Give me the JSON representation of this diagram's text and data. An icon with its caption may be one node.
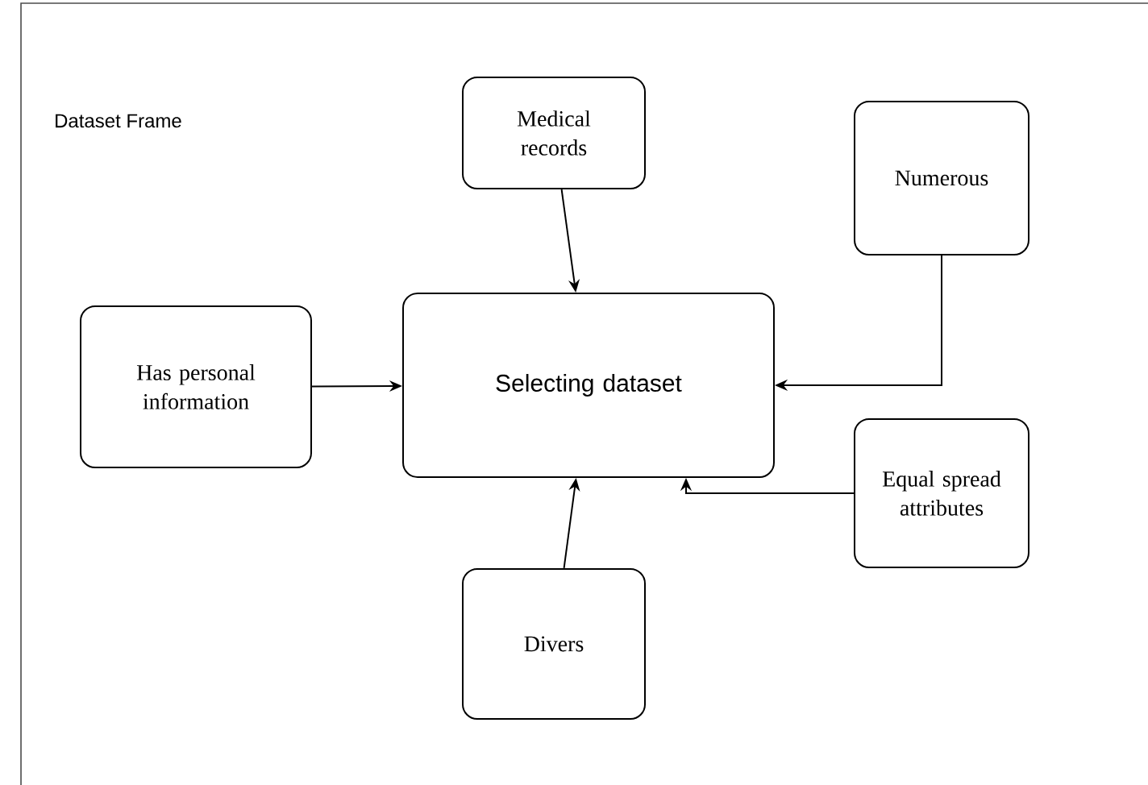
{
  "diagram": {
    "nodes": [
      {
        "text": [
          "Medical records"
        ]
      },
      {
        "text": [
          "Numerous"
        ]
      },
      {
        "text": [
          "Has personal information"
        ]
      },
      {
        "text": [
          "Selecting dataset"
        ]
      },
      {
        "text": [
          "Equal spread attributes"
        ]
      },
      {
        "text": [
          "Divers"
        ]
      }
    ],
    "edges": [
      {
        "from": 0,
        "to": 3,
        "arrow": "to"
      },
      {
        "from": 1,
        "to": 3,
        "arrow": "to"
      },
      {
        "from": 2,
        "to": 3,
        "arrow": "to"
      },
      {
        "from": 4,
        "to": 3,
        "arrow": "to"
      },
      {
        "from": 5,
        "to": 3,
        "arrow": "to"
      }
    ],
    "labels": [
      "Dataset Frame"
    ]
  }
}
